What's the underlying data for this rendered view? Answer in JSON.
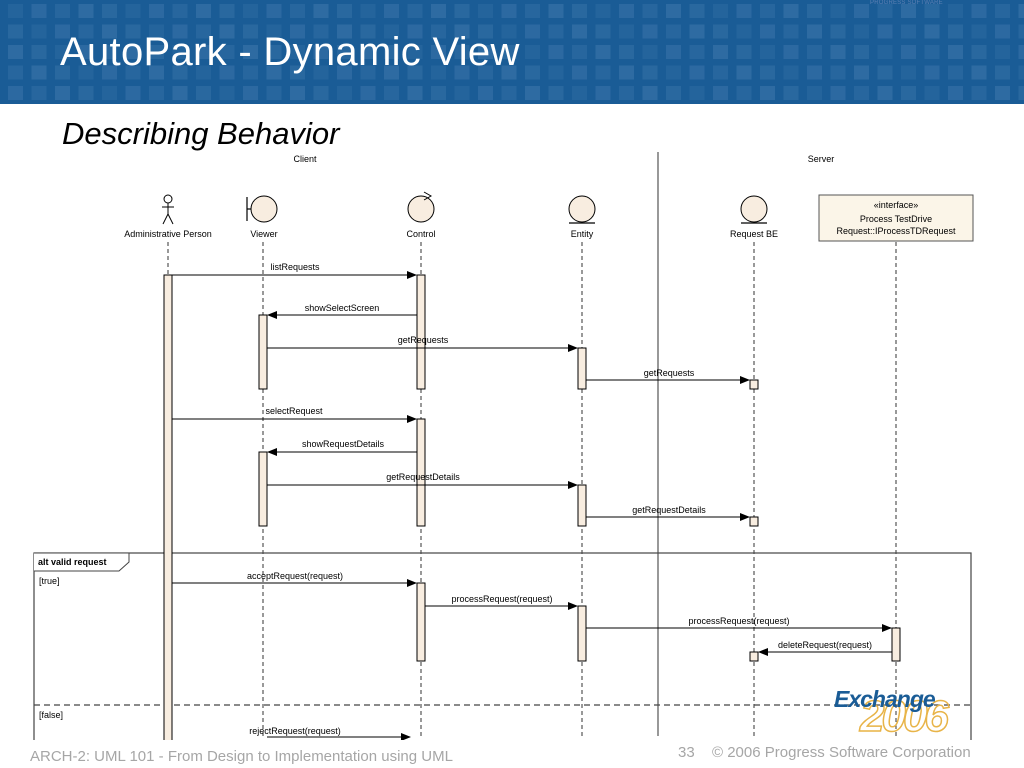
{
  "slide": {
    "title": "AutoPark - Dynamic View",
    "subtitle": "Describing Behavior",
    "footer_left": "ARCH-2: UML 101 - From Design to Implementation using UML",
    "page_number": "33",
    "copyright": "© 2006 Progress Software Corporation",
    "logo_small_text": "PROGRESS SOFTWARE",
    "logo_word": "Exchange",
    "logo_year": "2006",
    "colors": {
      "header": "#1a5c96",
      "activation": "#f8ede0",
      "note": "#fbf5e8"
    }
  },
  "diagram": {
    "partitions": {
      "client": "Client",
      "server": "Server"
    },
    "lifelines": [
      {
        "key": "admin",
        "label": "Administrative Person",
        "icon": "actor-icon"
      },
      {
        "key": "viewer",
        "label": "Viewer",
        "icon": "boundary-icon"
      },
      {
        "key": "control",
        "label": "Control",
        "icon": "control-icon"
      },
      {
        "key": "entity",
        "label": "Entity",
        "icon": "entity-icon"
      },
      {
        "key": "requestbe",
        "label": "Request BE",
        "icon": "entity-icon"
      },
      {
        "key": "iface",
        "label_lines": [
          "«interface»",
          "Process TestDrive",
          "Request::IProcessTDRequest"
        ],
        "icon": "interface-box"
      }
    ],
    "messages": [
      "listRequests",
      "showSelectScreen",
      "getRequests",
      "getRequests",
      "selectRequest",
      "showRequestDetails",
      "getRequestDetails",
      "getRequestDetails",
      "acceptRequest(request)",
      "processRequest(request)",
      "processRequest(request)",
      "deleteRequest(request)",
      "rejectRequest(request)"
    ],
    "fragment": {
      "operator": "alt valid request",
      "guard_true": "[true]",
      "guard_false": "[false]"
    }
  }
}
